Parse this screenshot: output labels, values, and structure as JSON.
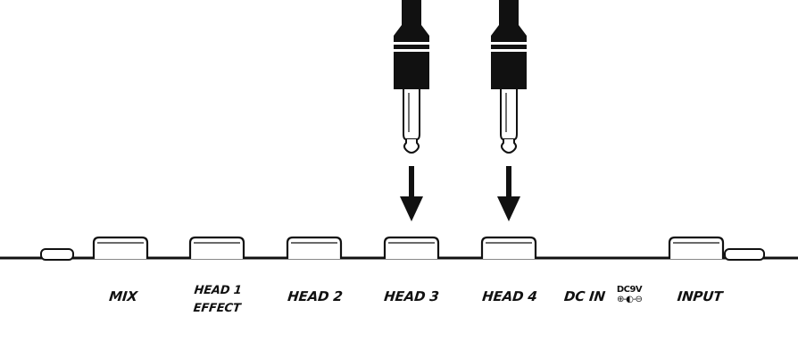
{
  "jacks": [
    {
      "id": "mix",
      "label": "MIX",
      "sub": ""
    },
    {
      "id": "head1",
      "label": "HEAD 1",
      "sub": "EFFECT"
    },
    {
      "id": "head2",
      "label": "HEAD 2",
      "sub": ""
    },
    {
      "id": "head3",
      "label": "HEAD 3",
      "sub": ""
    },
    {
      "id": "head4",
      "label": "HEAD 4",
      "sub": ""
    },
    {
      "id": "input",
      "label": "INPUT",
      "sub": ""
    }
  ],
  "dc_in": {
    "label": "DC IN",
    "voltage": "DC9V",
    "polarity": "⊕-◐-⊖"
  },
  "plugs": [
    {
      "target": "head3"
    },
    {
      "target": "head4"
    }
  ],
  "colors": {
    "ink": "#111111",
    "background": "#ffffff"
  }
}
